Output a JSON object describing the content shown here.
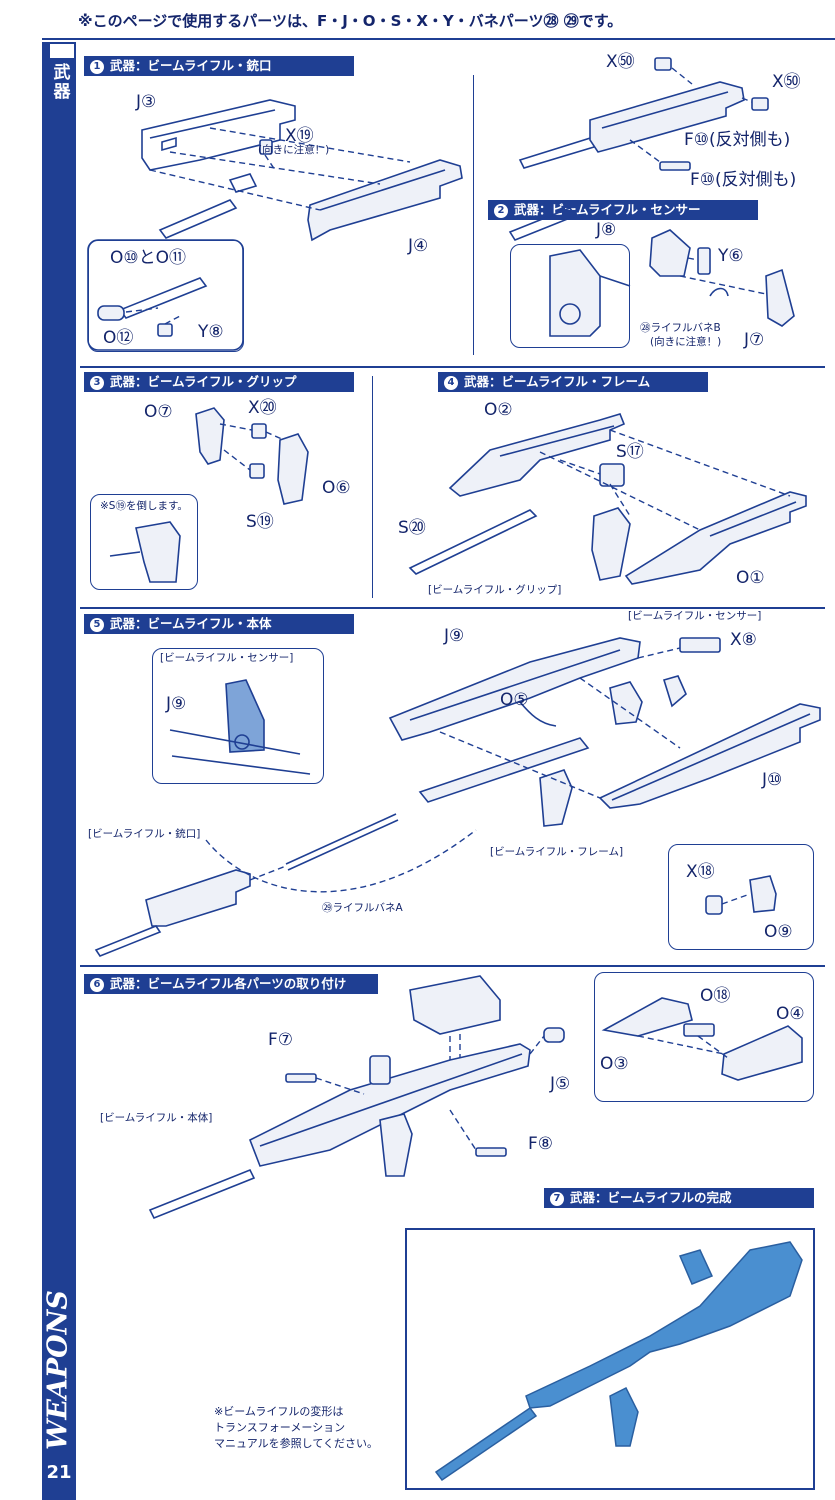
{
  "header": {
    "note": "※このページで使用するパーツは、F・J・O・S・X・Y・バネパーツ㉘ ㉙です。"
  },
  "sidebar": {
    "category": "武器",
    "section": "WEAPONS",
    "page_number": "21"
  },
  "colors": {
    "brand_blue": "#1f3f93",
    "text_blue": "#14256b",
    "completed_fill": "#4a8fd0"
  },
  "steps": [
    {
      "number": "1",
      "title": "武器：ビームライフル・銃口"
    },
    {
      "number": "2",
      "title": "武器：ビームライフル・センサー"
    },
    {
      "number": "3",
      "title": "武器：ビームライフル・グリップ"
    },
    {
      "number": "4",
      "title": "武器：ビームライフル・フレーム"
    },
    {
      "number": "5",
      "title": "武器：ビームライフル・本体"
    },
    {
      "number": "6",
      "title": "武器：ビームライフル各パーツの取り付け"
    },
    {
      "number": "7",
      "title": "武器：ビームライフルの完成"
    }
  ],
  "labels": {
    "s1_j3": "J③",
    "s1_x79": "X⑲",
    "s1_x79_note": "(向きに注意！)",
    "s1_j4": "J④",
    "s1_o10_o11": "O⑩とO⑪",
    "s1_o12": "O⑫",
    "s1_y8": "Y⑧",
    "s1_x50_a": "X㊿",
    "s1_x50_b": "X㊿",
    "s1_f10_a": "F⑩(反対側も)",
    "s1_f10_b": "F⑩(反対側も)",
    "s2_j8": "J⑧",
    "s2_y6": "Y⑥",
    "s2_spring": "㉘ライフルバネB",
    "s2_spring_note": "(向きに注意！)",
    "s2_j7": "J⑦",
    "s3_o7": "O⑦",
    "s3_x80": "X⑳",
    "s3_o6": "O⑥",
    "s3_s19": "S⑲",
    "s3_note": "※S⑲を倒します。",
    "s4_o2": "O②",
    "s4_s17": "S⑰",
    "s4_s20": "S⑳",
    "s4_grip": "[ビームライフル・グリップ]",
    "s4_o1": "O①",
    "s5_sensor_a": "[ビームライフル・センサー]",
    "s5_sensor_b": "[ビームライフル・センサー]",
    "s5_j9_a": "J⑨",
    "s5_j9_b": "J⑨",
    "s5_x81": "X⑧",
    "s5_o5": "O⑤",
    "s5_j10": "J⑩",
    "s5_muzzle": "[ビームライフル・銃口]",
    "s5_frame": "[ビームライフル・フレーム]",
    "s5_spring": "㉙ライフルバネA",
    "s5_x78": "X⑱",
    "s5_o9": "O⑨",
    "s6_f7": "F⑦",
    "s6_j5": "J⑤",
    "s6_body": "[ビームライフル・本体]",
    "s6_f8": "F⑧",
    "s6_o18": "O⑱",
    "s6_o4": "O④",
    "s6_o3": "O③"
  },
  "footer_note": "※ビームライフルの変形は\nトランスフォーメーション\nマニュアルを参照してください。"
}
